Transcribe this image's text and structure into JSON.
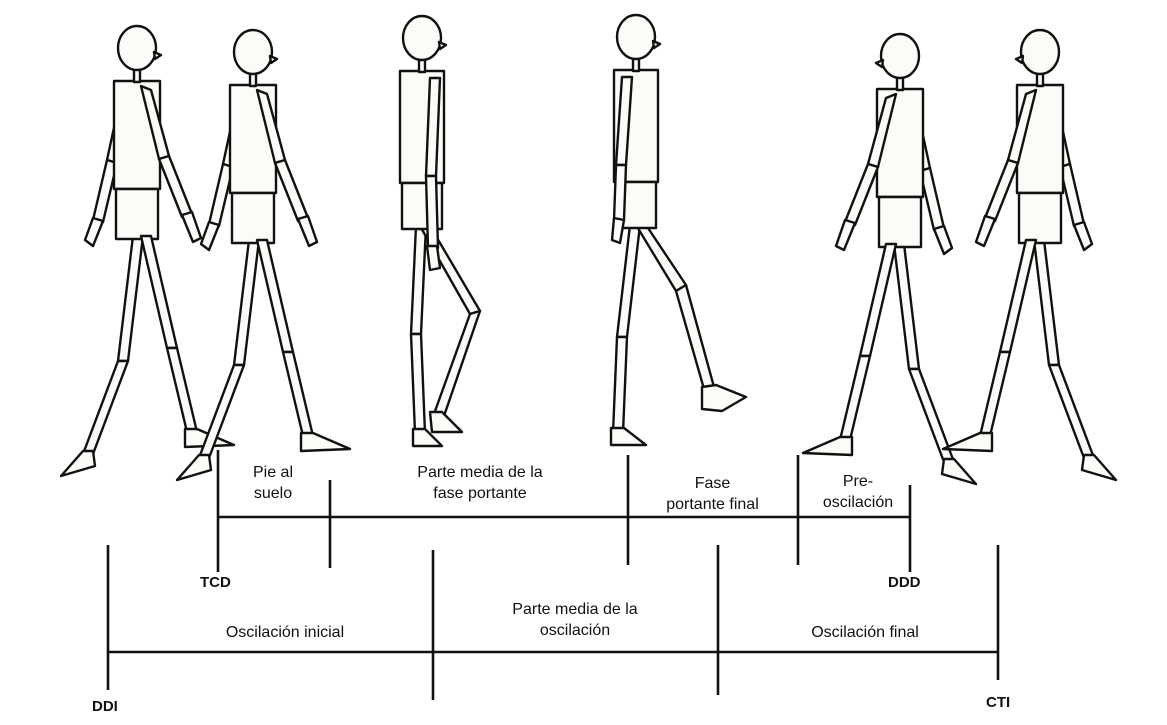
{
  "top_phases": {
    "pie_al_suelo": [
      "Pie al",
      "suelo"
    ],
    "parte_media_fase_portante": [
      "Parte media de la",
      "fase portante"
    ],
    "fase_portante_final": [
      "Fase",
      "portante final"
    ],
    "pre_oscilacion": [
      "Pre-",
      "oscilación"
    ]
  },
  "bottom_phases": {
    "oscilacion_inicial": "Oscilación inicial",
    "parte_media_oscilacion": [
      "Parte media de la",
      "oscilación"
    ],
    "oscilacion_final": "Oscilación final"
  },
  "markers": {
    "tcd": "TCD",
    "ddd": "DDD",
    "ddi": "DDI",
    "cti": "CTI"
  }
}
